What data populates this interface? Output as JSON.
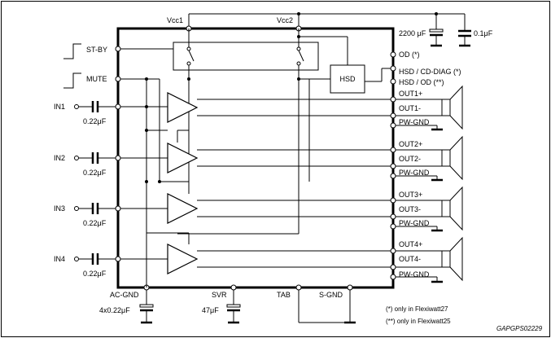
{
  "figure": {
    "code": "GAPGPS02229"
  },
  "supply_pins": {
    "vcc1": "Vcc1",
    "vcc2": "Vcc2"
  },
  "supply_caps": {
    "cap1": "2200 μF",
    "cap2": "0.1μF"
  },
  "control_pins": {
    "stby": "ST-BY",
    "mute": "MUTE"
  },
  "inputs": [
    {
      "label": "IN1",
      "cap": "0.22μF"
    },
    {
      "label": "IN2",
      "cap": "0.22μF"
    },
    {
      "label": "IN3",
      "cap": "0.22μF"
    },
    {
      "label": "IN4",
      "cap": "0.22μF"
    }
  ],
  "right_pins": {
    "od": "OD (*)",
    "hsd_cd": "HSD / CD-DIAG (*)",
    "hsd_od": "HSD / OD (**)"
  },
  "outputs": [
    {
      "pos": "OUT1+",
      "neg": "OUT1-",
      "gnd": "PW-GND"
    },
    {
      "pos": "OUT2+",
      "neg": "OUT2-",
      "gnd": "PW-GND"
    },
    {
      "pos": "OUT3+",
      "neg": "OUT3-",
      "gnd": "PW-GND"
    },
    {
      "pos": "OUT4+",
      "neg": "OUT4-",
      "gnd": "PW-GND"
    }
  ],
  "hsd_block": "HSD",
  "bottom_pins": {
    "acgnd": "AC-GND",
    "acgnd_cap": "4x0.22μF",
    "svr": "SVR",
    "svr_cap": "47μF",
    "tab": "TAB",
    "sgnd": "S-GND"
  },
  "notes": {
    "note1": "(*) only in Flexiwatt27",
    "note2": "(**) only in Flexiwatt25"
  }
}
